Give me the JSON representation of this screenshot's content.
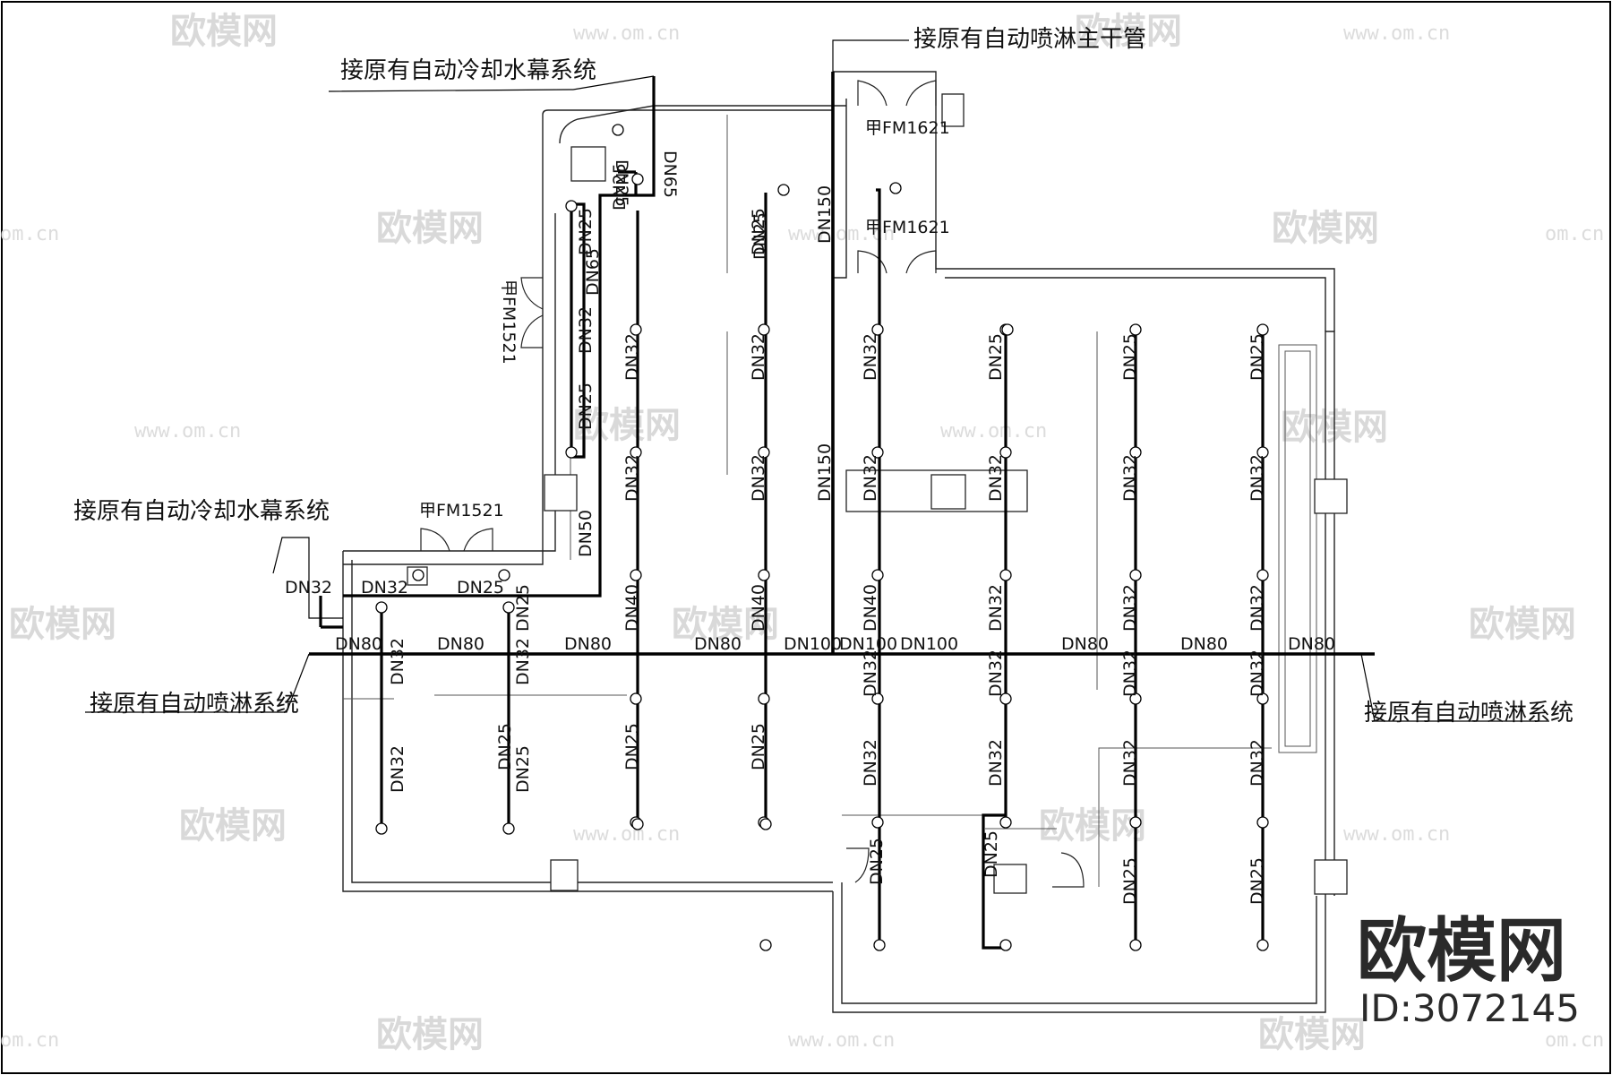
{
  "drawing": {
    "notes": {
      "curtain_top": "接原有自动冷却水幕系统",
      "curtain_left": "接原有自动冷却水幕系统",
      "sprinkler_main_top": "接原有自动喷淋主干管",
      "sprinkler_left": "接原有自动喷淋系统",
      "sprinkler_right": "接原有自动喷淋系统"
    },
    "doors": [
      "甲FM1621",
      "甲FM1621",
      "甲FM1521",
      "甲FM1521"
    ],
    "pipe_labels": [
      "DN25",
      "DN65",
      "DN25",
      "DN65",
      "DN25",
      "DN32",
      "DN25",
      "DN50",
      "DN32",
      "DN32",
      "DN25",
      "DN80",
      "DN80",
      "DN25",
      "DN80",
      "DN40",
      "DN32",
      "DN32",
      "DN25",
      "DN25",
      "DN80",
      "DN40",
      "DN32",
      "DN32",
      "DN25",
      "DN25",
      "DN150",
      "DN150",
      "DN100",
      "DN100",
      "DN100",
      "DN25",
      "DN40",
      "DN32",
      "DN32",
      "DN32",
      "DN32",
      "DN25",
      "DN25",
      "DN32",
      "DN32",
      "DN32",
      "DN32",
      "DN25",
      "DN80",
      "DN25",
      "DN32",
      "DN32",
      "DN32",
      "DN32",
      "DN25",
      "DN80",
      "DN25",
      "DN32",
      "DN32",
      "DN32",
      "DN32",
      "DN25",
      "DN80",
      "DN32",
      "DN32",
      "DN32",
      "DN25"
    ]
  },
  "watermark": {
    "brand": "欧模网",
    "url": "www.om.cn",
    "url_short": "om.cn",
    "id": "ID:3072145"
  }
}
